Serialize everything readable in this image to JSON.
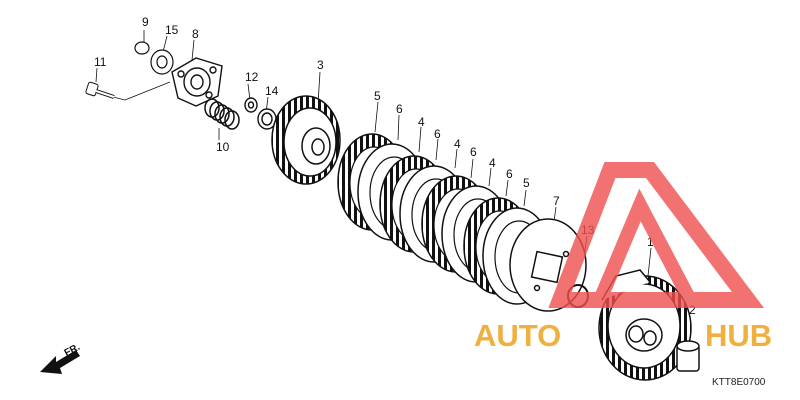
{
  "diagram": {
    "part_labels": [
      "1",
      "2",
      "3",
      "4",
      "4",
      "4",
      "5",
      "5",
      "6",
      "6",
      "6",
      "6",
      "7",
      "8",
      "9",
      "10",
      "11",
      "12",
      "13",
      "14",
      "15"
    ],
    "front_arrow": "FR.",
    "diagram_code": "KTT8E0700"
  },
  "watermark": {
    "text_left": "AUTO",
    "text_right": "HUB",
    "colors": {
      "logo": "#f05050",
      "text": "#f0b040"
    }
  }
}
